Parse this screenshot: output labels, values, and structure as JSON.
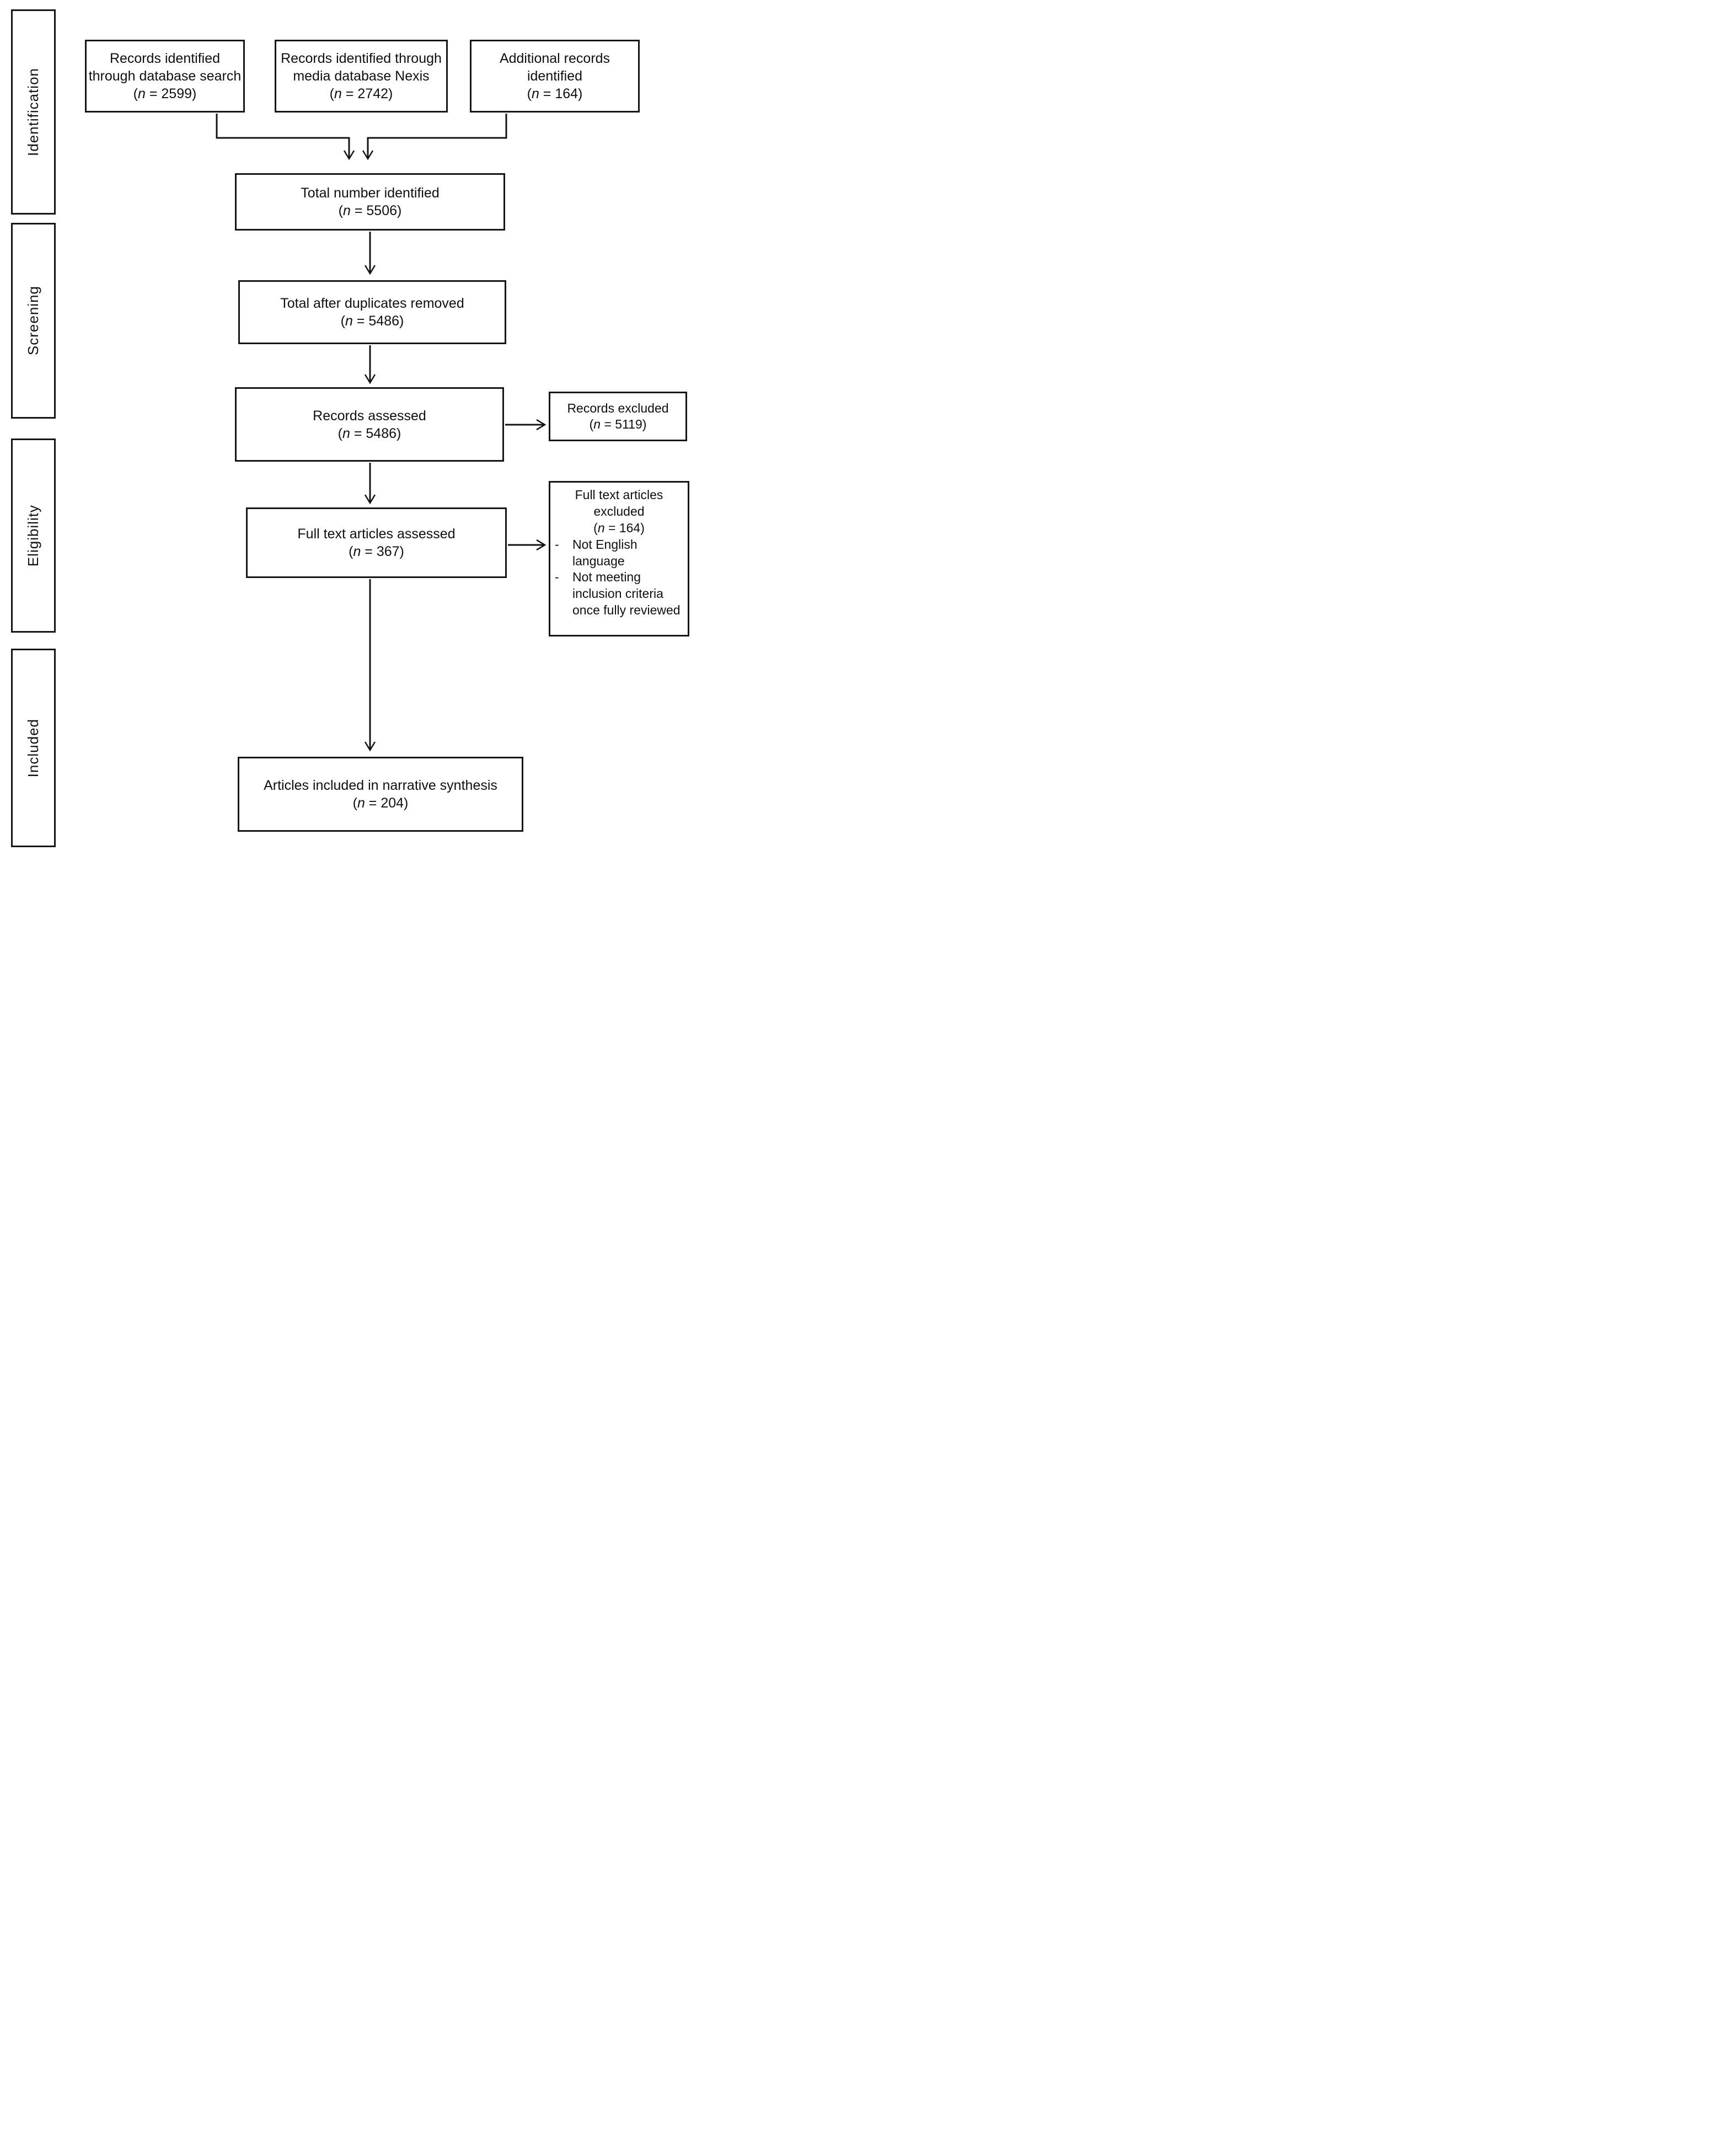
{
  "diagram": {
    "stages": [
      {
        "label": "Identification"
      },
      {
        "label": "Screening"
      },
      {
        "label": "Eligibility"
      },
      {
        "label": "Included"
      }
    ],
    "boxes": {
      "db_search": {
        "label": "Records identified through database search",
        "count": [
          "(",
          "n",
          " = 2599)"
        ]
      },
      "nexis": {
        "label": "Records identified through media database Nexis",
        "count": [
          "(",
          "n",
          " = 2742)"
        ]
      },
      "additional": {
        "label": "Additional records identified",
        "count": [
          "(",
          "n",
          " = 164)"
        ]
      },
      "total": {
        "label": "Total number identified",
        "count": [
          "(",
          "n",
          " = 5506)"
        ]
      },
      "dedup": {
        "label": "Total after duplicates removed",
        "count": [
          "(",
          "n",
          " = 5486)"
        ]
      },
      "assessed": {
        "label": "Records assessed",
        "count": [
          "(",
          "n",
          " = 5486)"
        ]
      },
      "records_excluded": {
        "label": "Records excluded",
        "count": [
          "(",
          "n",
          " = 5119)"
        ]
      },
      "fulltext": {
        "label": "Full text articles assessed",
        "count": [
          "(",
          "n",
          " = 367)"
        ]
      },
      "fulltext_excluded": {
        "label": "Full text articles excluded",
        "count": [
          "(",
          "n",
          " = 164)"
        ],
        "bullets": [
          {
            "marker": "-",
            "text": "Not English language"
          },
          {
            "marker": "-",
            "text": "Not meeting inclusion criteria once fully reviewed"
          }
        ]
      },
      "included": {
        "label": "Articles included in narrative synthesis",
        "count": [
          "(",
          "n",
          " = 204)"
        ]
      }
    },
    "colors": {
      "line": "#141414",
      "text": "#101010",
      "background": "#ffffff"
    }
  }
}
